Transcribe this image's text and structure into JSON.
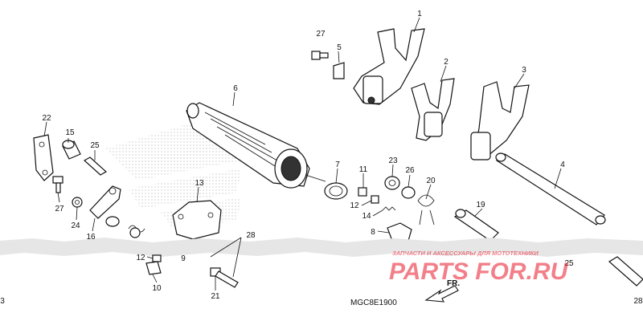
{
  "diagram": {
    "code": "MGC8E1900",
    "direction_label": "FR.",
    "watermark_caption": "ЗАПЧАСТИ И АКСЕССУАРЫ ДЛЯ МОТОТЕХНИКИ",
    "watermark_brand": "PARTS FOR.RU",
    "brand_color": "#e8182a",
    "callouts": [
      {
        "id": "c1",
        "label": "1"
      },
      {
        "id": "c2",
        "label": "2"
      },
      {
        "id": "c3",
        "label": "3"
      },
      {
        "id": "c4",
        "label": "4"
      },
      {
        "id": "c5",
        "label": "5"
      },
      {
        "id": "c6",
        "label": "6"
      },
      {
        "id": "c7",
        "label": "7"
      },
      {
        "id": "c8",
        "label": "8"
      },
      {
        "id": "c9",
        "label": "9"
      },
      {
        "id": "c10",
        "label": "10"
      },
      {
        "id": "c11",
        "label": "11"
      },
      {
        "id": "c12a",
        "label": "12"
      },
      {
        "id": "c12b",
        "label": "12"
      },
      {
        "id": "c13",
        "label": "13"
      },
      {
        "id": "c14",
        "label": "14"
      },
      {
        "id": "c15",
        "label": "15"
      },
      {
        "id": "c16",
        "label": "16"
      },
      {
        "id": "c19",
        "label": "19"
      },
      {
        "id": "c20",
        "label": "20"
      },
      {
        "id": "c21",
        "label": "21"
      },
      {
        "id": "c22",
        "label": "22"
      },
      {
        "id": "c23",
        "label": "23"
      },
      {
        "id": "c24",
        "label": "24"
      },
      {
        "id": "c25a",
        "label": "25"
      },
      {
        "id": "c25b",
        "label": "25"
      },
      {
        "id": "c26",
        "label": "26"
      },
      {
        "id": "c27a",
        "label": "27"
      },
      {
        "id": "c27b",
        "label": "27"
      },
      {
        "id": "c28a",
        "label": "28"
      },
      {
        "id": "c28b",
        "label": "28"
      },
      {
        "id": "c3edge",
        "label": "3"
      }
    ]
  }
}
